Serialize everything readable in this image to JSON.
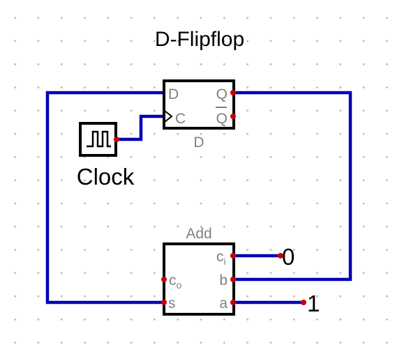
{
  "title": "D-Flipflop",
  "flipflop": {
    "name": "D",
    "pins": {
      "d": "D",
      "c": "C",
      "q": "Q",
      "qn": "Q"
    }
  },
  "clock": {
    "label": "Clock"
  },
  "adder": {
    "name": "Add",
    "pins": {
      "ci": "c",
      "ci_sub": "i",
      "co": "c",
      "co_sub": "o",
      "b": "b",
      "s": "s",
      "a": "a"
    }
  },
  "constants": {
    "zero": "0",
    "one": "1"
  },
  "colors": {
    "wire": "#0000b4",
    "pin": "#c80000",
    "component_label": "#7f7f7f",
    "grid_dot": "#b9b9b9"
  }
}
